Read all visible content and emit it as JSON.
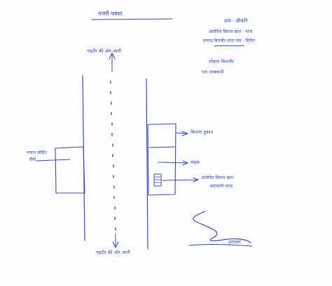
{
  "title": "नजरी नक्शा",
  "top_right": {
    "line1": "ग्राम - सीकरि",
    "line2": "आरोपित सिराज खान - थाना",
    "line3": "जनपद बिजनौर थाना गांव - सिरौरा",
    "line4": "लोहारा बिजनौर",
    "line5": "एल आबकारी"
  },
  "road": {
    "top_label": "नहटौर की ओर आती",
    "bottom_label": "नहटौर की ओर आती"
  },
  "left_label": {
    "line1": "मकान सोहित",
    "line2": "सैनी"
  },
  "right_labels": {
    "building": "किराना दुकान",
    "road_side": "सड़क",
    "marker1": "आरोपित सिराज खान",
    "marker2": "बरामदगी जगह"
  },
  "signature": "हस्ताक्षर",
  "ink_color": "#3548c8"
}
